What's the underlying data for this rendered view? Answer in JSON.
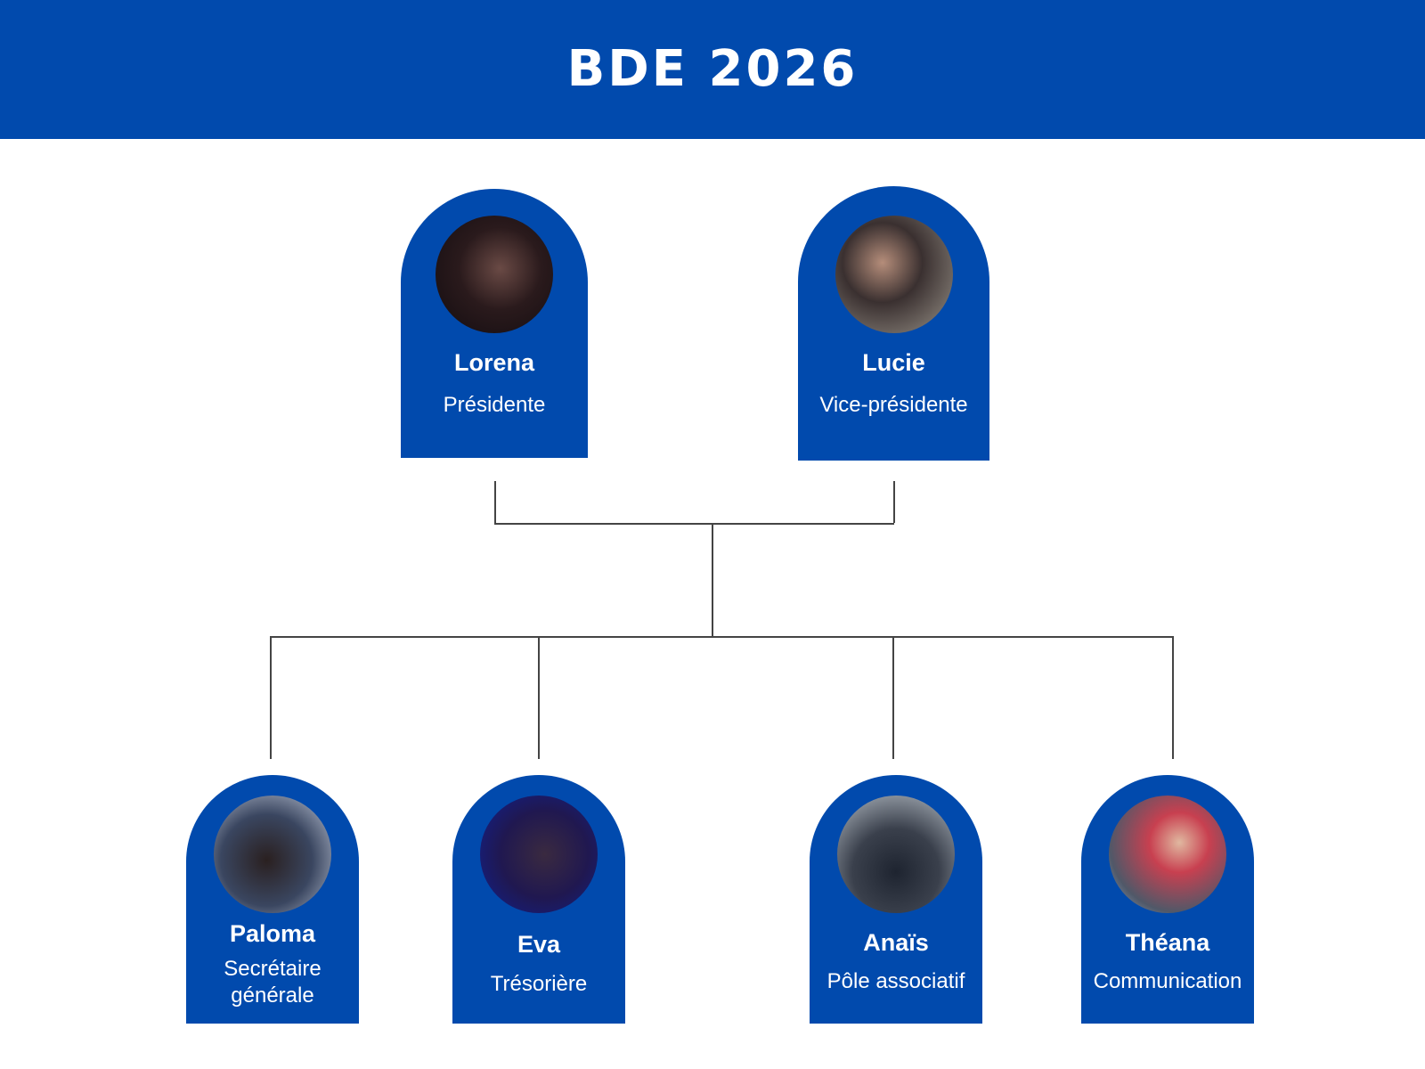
{
  "header": {
    "title": "BDE 2026"
  },
  "colors": {
    "brand": "#014aad"
  },
  "leaders": [
    {
      "name": "Lorena",
      "role": "Présidente"
    },
    {
      "name": "Lucie",
      "role": "Vice-présidente"
    }
  ],
  "members": [
    {
      "name": "Paloma",
      "role_line1": "Secrétaire",
      "role_line2": "générale"
    },
    {
      "name": "Eva",
      "role": "Trésorière"
    },
    {
      "name": "Anaïs",
      "role": "Pôle associatif"
    },
    {
      "name": "Théana",
      "role": "Communication"
    }
  ]
}
